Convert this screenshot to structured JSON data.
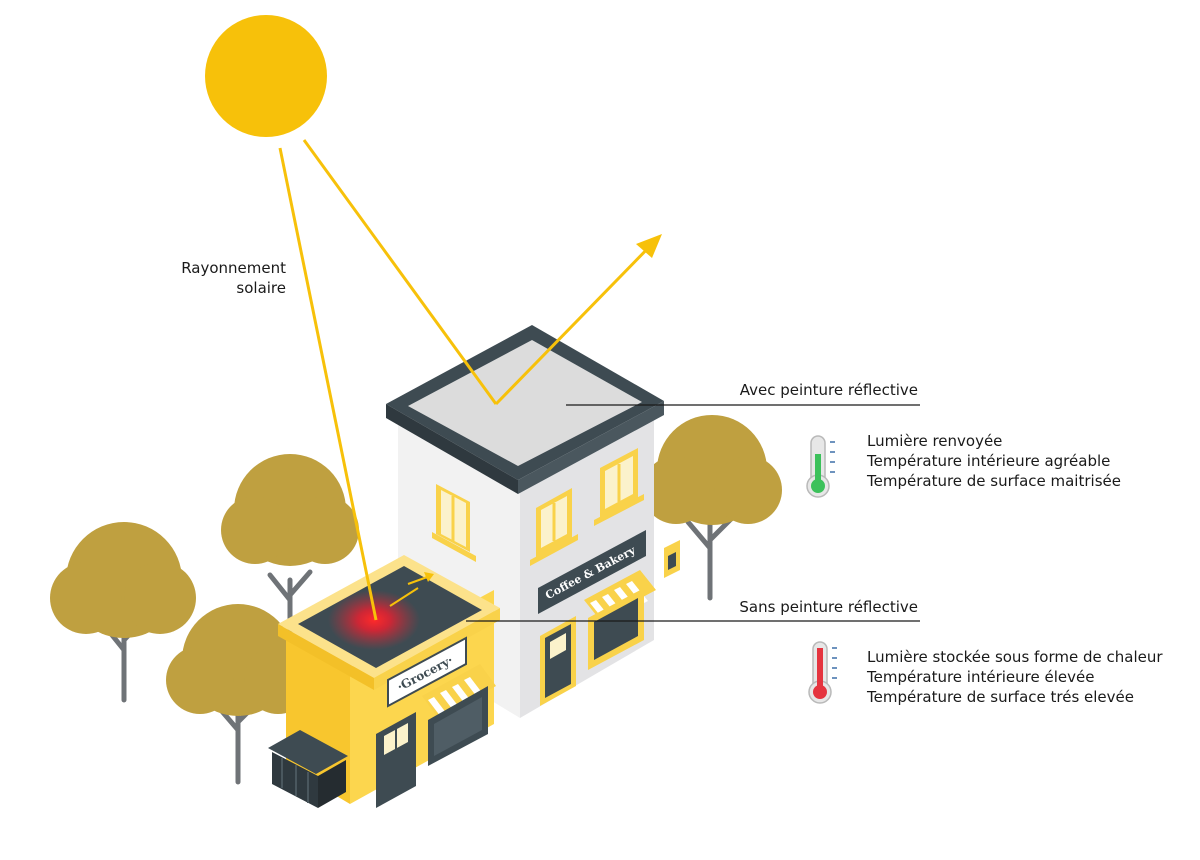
{
  "labels": {
    "solar_radiation": [
      "Rayonnement",
      "solaire"
    ],
    "with_paint": "Avec peinture réflective",
    "without_paint": "Sans peinture réflective"
  },
  "with_paint_info": [
    "Lumière renvoyée",
    "Température intérieure agréable",
    "Température de surface maitrisée"
  ],
  "without_paint_info": [
    "Lumière stockée sous forme de chaleur",
    "Température intérieure élevée",
    "Température de surface trés elevée"
  ],
  "signs": {
    "coffee": "Coffee & Bakery",
    "grocery": "·Grocery·"
  },
  "colors": {
    "sun": "#F7C10A",
    "tree": "#BFA040",
    "trunk": "#6F7377",
    "grocery_wall": "#FCD64E",
    "dark_roof": "#3E4B52",
    "white_roof": "#DCDCDC",
    "heat_spot": "#E8202A",
    "thermo_cool": "#3CC15B",
    "thermo_hot": "#E5343F"
  },
  "icons": [
    "thermometer-cool-icon",
    "thermometer-hot-icon"
  ]
}
